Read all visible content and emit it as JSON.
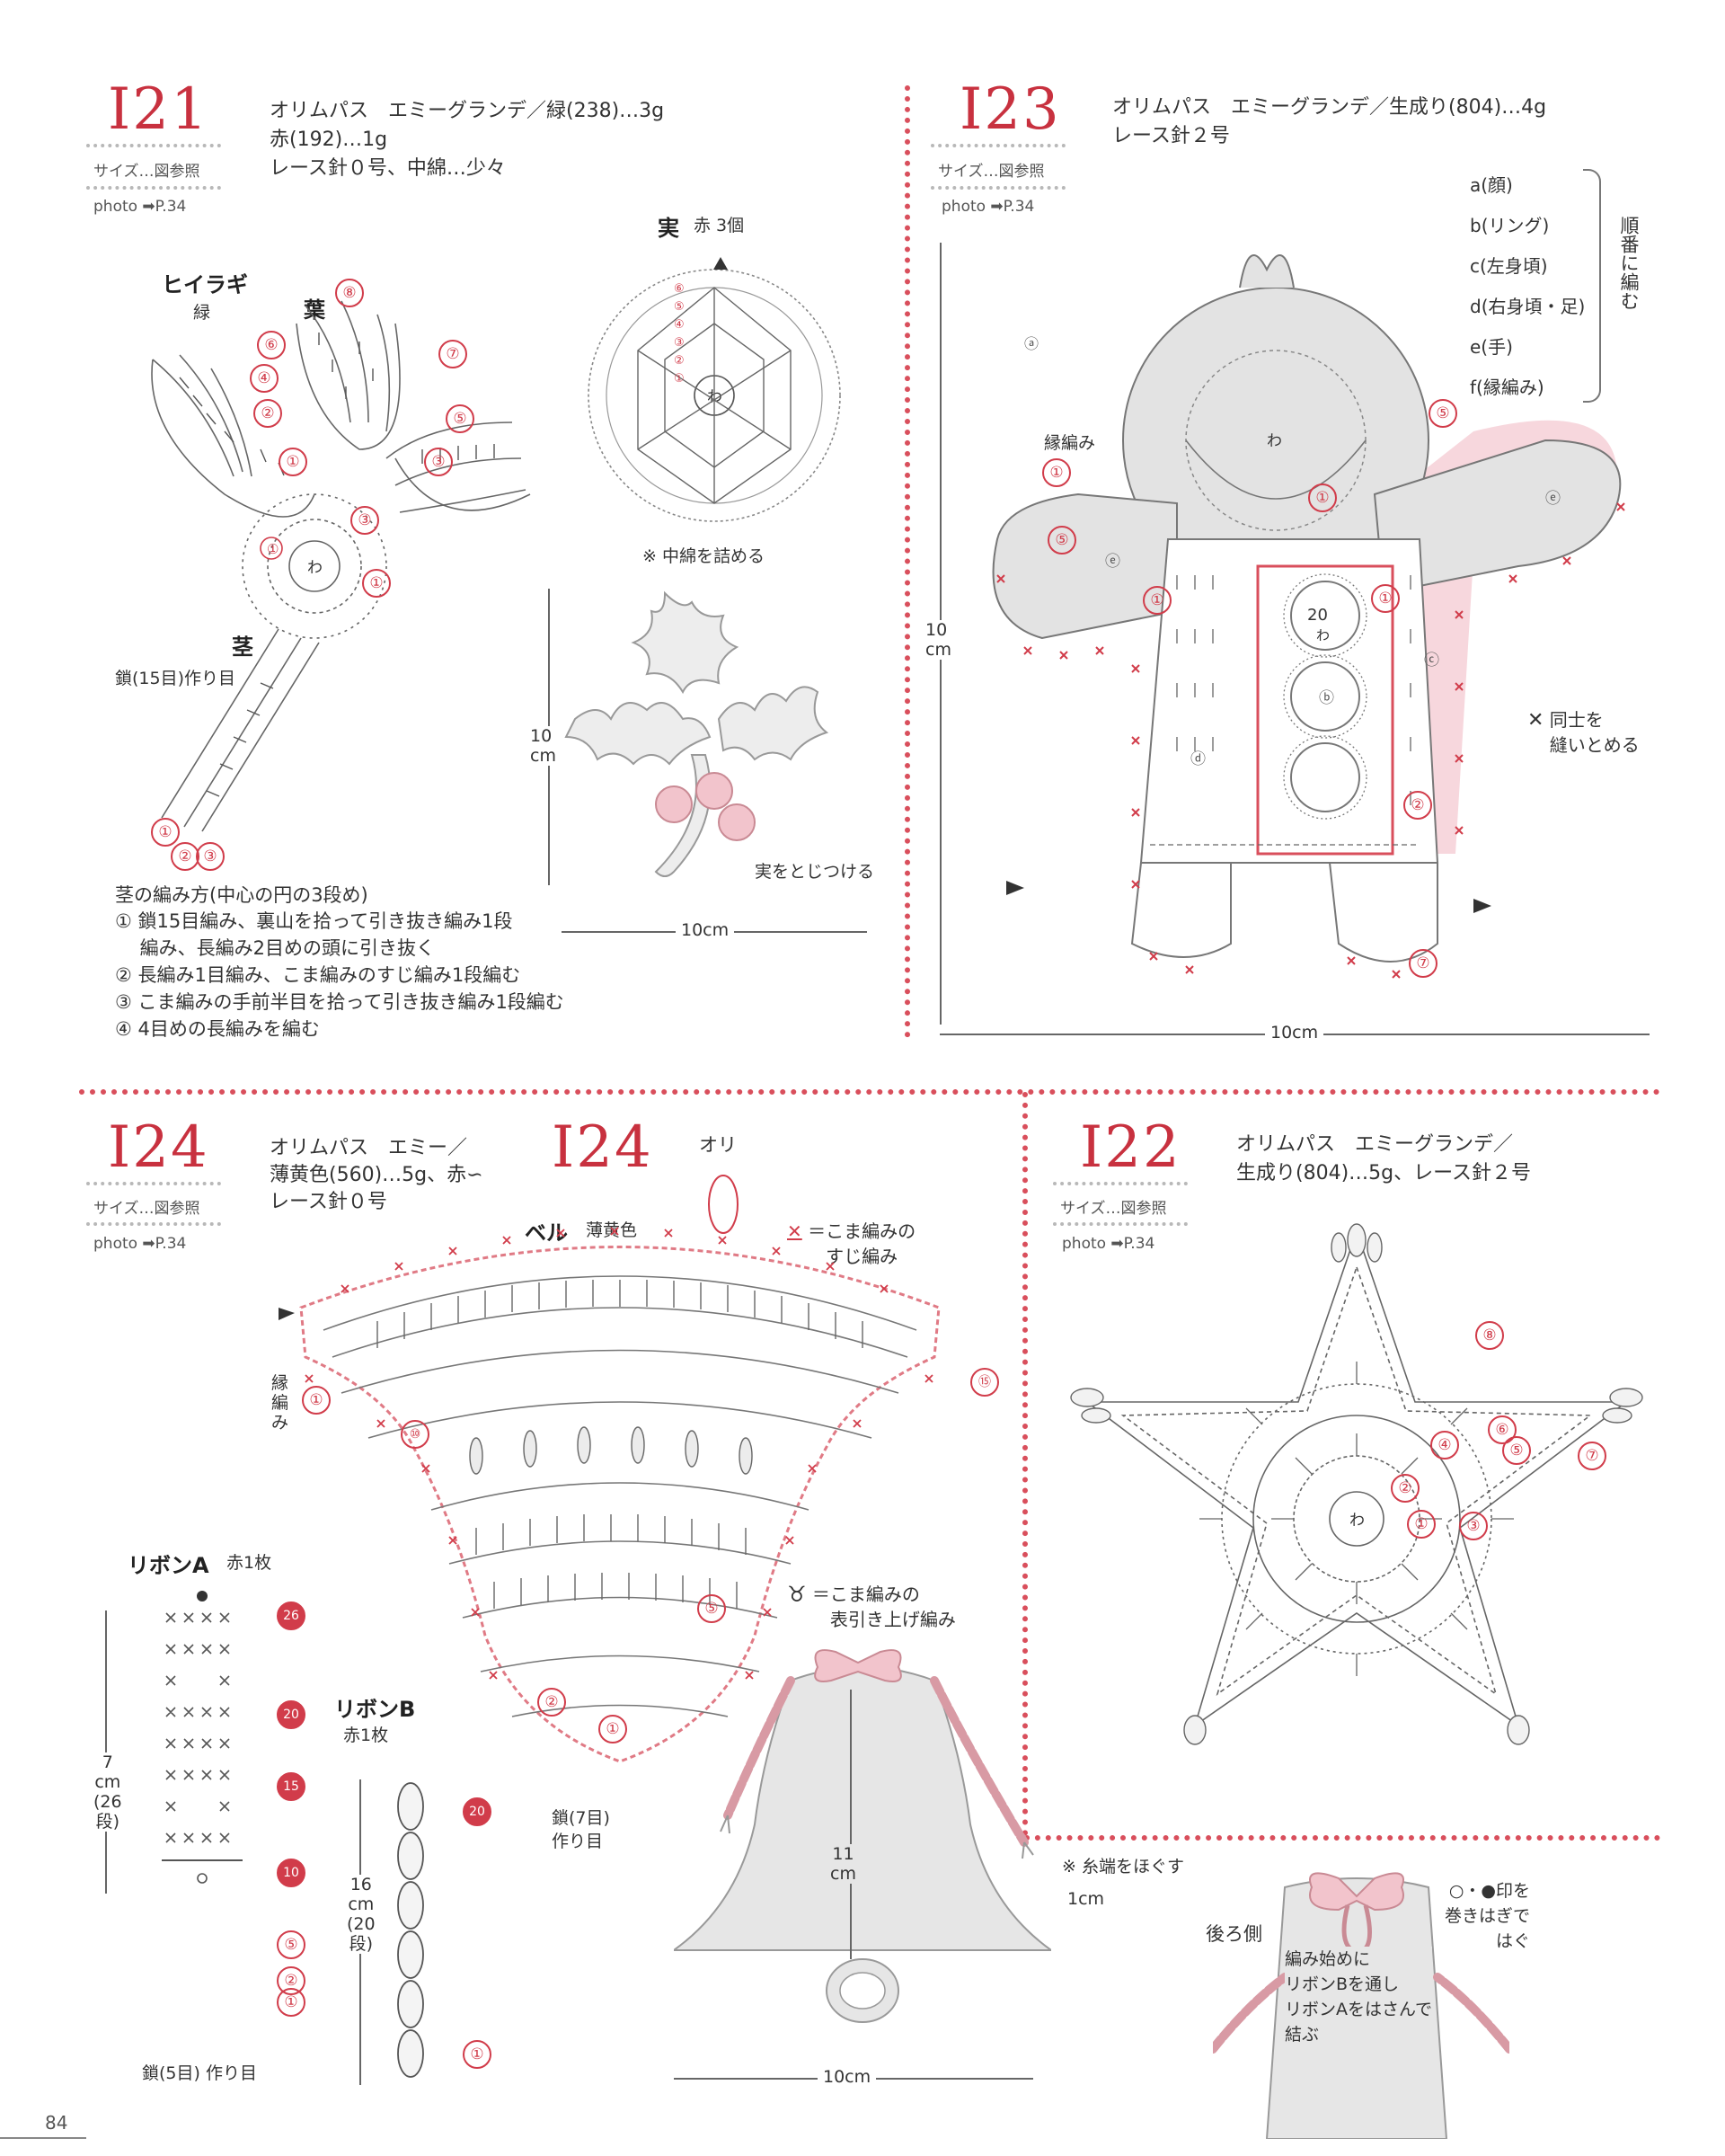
{
  "p121": {
    "number": "I21",
    "size": "サイズ…図参照",
    "photo": "photo ➡P.34",
    "spec1": "オリムパス　エミーグランデ／緑(238)…3g",
    "spec2": "赤(192)…1g",
    "spec3": "レース針０号、中綿…少々",
    "hiiragi": "ヒイラギ",
    "hiiragi_color": "緑",
    "leaf": "葉",
    "stem": "茎",
    "stem_chain": "鎖(15目)作り目",
    "berry": "実",
    "berry_note": "赤 3個",
    "cotton": "※ 中綿を詰める",
    "height": "10\ncm",
    "width": "10cm",
    "attach": "実をとじつける",
    "howto_title": "茎の編み方(中心の円の3段め)",
    "howto": [
      "① 鎖15目編み、裏山を拾って引き抜き編み1段",
      "　 編み、長編み2目めの頭に引き抜く",
      "② 長編み1目編み、こま編みのすじ編み1段編む",
      "③ こま編みの手前半目を拾って引き抜き編み1段編む",
      "④ 4目めの長編みを編む"
    ]
  },
  "p123": {
    "number": "I23",
    "size": "サイズ…図参照",
    "photo": "photo ➡P.34",
    "spec1": "オリムパス　エミーグランデ／生成り(804)…4g",
    "spec2": "レース針２号",
    "parts": [
      "a(顔)",
      "b(リング)",
      "c(左身頃)",
      "d(右身頃・足)",
      "e(手)",
      "f(縁編み)"
    ],
    "order": "順番に編む",
    "edge": "縁編み",
    "height": "10\ncm",
    "width": "10cm",
    "ring_count": "20",
    "wa": "わ",
    "sew_note": "同士を\n縫いとめる"
  },
  "p124a": {
    "number": "I24",
    "size": "サイズ…図参照",
    "photo": "photo ➡P.34",
    "spec1": "オリムパス　エミー／",
    "spec2": "薄黄色(560)…5g、赤∽",
    "spec3": "レース針０号",
    "ribbonA": "リボンA",
    "ribbonA_note": "赤1枚",
    "ribbonA_height": "7\ncm\n(26\n段)",
    "ribbonA_chain": "鎖(5目) 作り目",
    "ribbonB": "リボンB",
    "ribbonB_note": "赤1枚",
    "ribbonB_height": "16\ncm\n(20\n段)",
    "page_number": "84"
  },
  "p124b": {
    "number": "I24",
    "loop": "オリ",
    "bell": "ベル",
    "bell_color": "薄黄色",
    "legend1": "＝こま編みの\n　すじ編み",
    "legend2": "＝こま編みの\n　表引き上げ編み",
    "edge": "縁\n編\nみ",
    "chain": "鎖(7目)\n作り目",
    "height": "11\ncm",
    "width": "10cm",
    "fringe": "1cm"
  },
  "p122": {
    "number": "I22",
    "size": "サイズ…図参照",
    "photo": "photo ➡P.34",
    "spec1": "オリムパス　エミーグランデ／",
    "spec2": "生成り(804)…5g、レース針２号",
    "note": "※ 糸端をほぐす",
    "back": "後ろ側",
    "join": "○・●印を\n巻きはぎで\nはぐ",
    "ribbon_note": "編み始めに\nリボンBを通し\nリボンAをはさんで\n結ぶ"
  },
  "colors": {
    "accent": "#c8313f",
    "pink": "#f2c4cc",
    "grey": "#d9d9d9"
  }
}
